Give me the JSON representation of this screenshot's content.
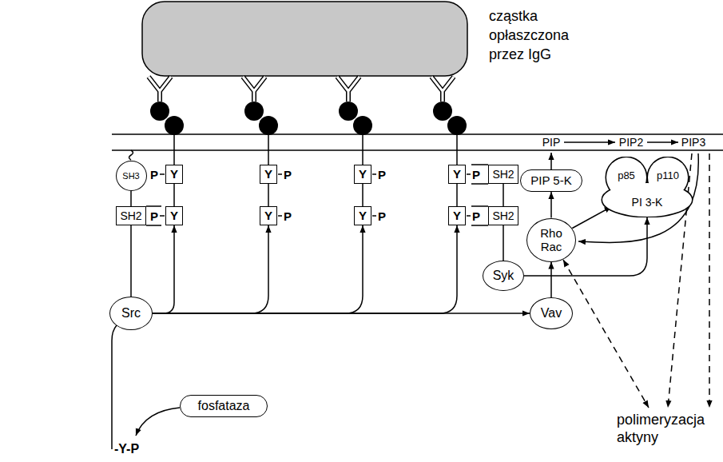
{
  "diagram": {
    "nodes": [
      {
        "text": [
          "SH3"
        ]
      },
      {
        "text": [
          "Y"
        ]
      },
      {
        "text": [
          "Y"
        ]
      },
      {
        "text": [
          "Y"
        ]
      },
      {
        "text": [
          "Y"
        ]
      },
      {
        "text": [
          "SH2"
        ]
      },
      {
        "text": [
          "PIP 5-K"
        ]
      },
      {
        "text": [
          "p85",
          "p110",
          "PI 3-K"
        ]
      },
      {
        "text": [
          "SH2"
        ]
      },
      {
        "text": [
          "Y"
        ]
      },
      {
        "text": [
          "Y"
        ]
      },
      {
        "text": [
          "Y"
        ]
      },
      {
        "text": [
          "Y"
        ]
      },
      {
        "text": [
          "SH2"
        ]
      },
      {
        "text": [
          "Rho Rac"
        ]
      },
      {
        "text": [
          "Syk"
        ]
      },
      {
        "text": [
          "Src"
        ]
      },
      {
        "text": [
          "Vav"
        ]
      },
      {
        "text": [
          "fosfataza"
        ]
      }
    ],
    "edges": [
      {
        "from": 16,
        "to": 9,
        "arrow": "to"
      },
      {
        "from": 16,
        "to": 10,
        "arrow": "to"
      },
      {
        "from": 16,
        "to": 11,
        "arrow": "to"
      },
      {
        "from": 16,
        "to": 12,
        "arrow": "to"
      },
      {
        "from": 16,
        "to": 17,
        "arrow": "to"
      },
      {
        "from": 17,
        "to": 14,
        "arrow": "to"
      },
      {
        "from": 14,
        "to": 6,
        "arrow": "to"
      },
      {
        "from": 14,
        "to": 7,
        "arrow": "to"
      },
      {
        "from": 15,
        "to": 7,
        "arrow": "to"
      },
      {
        "from": 0,
        "to": 8,
        "arrow": "none"
      },
      {
        "from": 8,
        "to": 16,
        "arrow": "none"
      },
      {
        "from": 5,
        "to": 13,
        "arrow": "none"
      },
      {
        "from": 13,
        "to": 15,
        "arrow": "none"
      },
      {
        "from": 1,
        "to": 9,
        "arrow": "none"
      },
      {
        "from": 2,
        "to": 10,
        "arrow": "none"
      },
      {
        "from": 3,
        "to": 11,
        "arrow": "none"
      },
      {
        "from": 4,
        "to": 12,
        "arrow": "none"
      }
    ],
    "labels": [
      "cząstka opłaszczona przez IgG",
      "PIP",
      "PIP2",
      "PIP3",
      "P",
      "P",
      "P",
      "P",
      "P",
      "P",
      "P",
      "P",
      "-Y-P",
      "polimeryzacja aktyny"
    ]
  }
}
